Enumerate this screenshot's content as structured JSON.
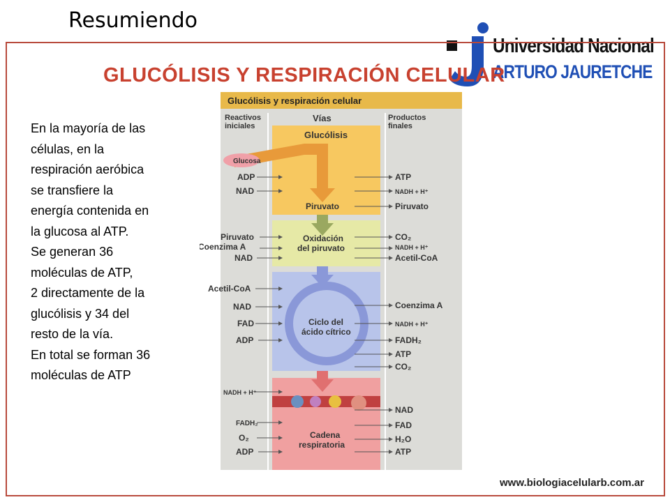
{
  "slide": {
    "title": "Resumiendo",
    "heading": "GLUCÓLISIS Y RESPIRACIÓN CELULAR",
    "url": "www.biologiacelularb.com.ar"
  },
  "logo": {
    "line1": "Universidad Nacional",
    "line2": "ARTURO JAURETCHE"
  },
  "body_text": [
    "En la mayoría de las",
    "células, en la",
    "respiración aeróbica",
    "se transfiere la",
    "energía contenida en",
    "la glucosa al ATP.",
    "Se generan 36",
    "moléculas de ATP,",
    "2 directamente de la",
    "glucólisis y 34 del",
    "resto de la vía.",
    "En total se forman 36",
    "moléculas de ATP"
  ],
  "diagram": {
    "header": "Glucólisis y respiración celular",
    "col_reactivos": "Reactivos iniciales",
    "col_reactivos_l1": "Reactivos",
    "col_reactivos_l2": "iniciales",
    "col_vias": "Vías",
    "col_productos_l1": "Productos",
    "col_productos_l2": "finales",
    "glucolisis": {
      "label": "Glucólisis",
      "inputs": [
        "Glucosa",
        "ADP",
        "NAD"
      ],
      "intermediate": "Piruvato",
      "outputs": [
        "ATP",
        "NADH + H⁺",
        "Piruvato"
      ]
    },
    "oxidacion": {
      "label_l1": "Oxidación",
      "label_l2": "del piruvato",
      "inputs": [
        "Piruvato",
        "Coenzima A",
        "NAD"
      ],
      "outputs": [
        "CO₂",
        "NADH + H⁺",
        "Acetil-CoA"
      ]
    },
    "ciclo": {
      "label_l1": "Ciclo del",
      "label_l2": "ácido cítrico",
      "inputs": [
        "Acetil-CoA",
        "NAD",
        "FAD",
        "ADP"
      ],
      "outputs": [
        "Coenzima A",
        "NADH + H⁺",
        "FADH₂",
        "ATP",
        "CO₂"
      ]
    },
    "cadena": {
      "label_l1": "Cadena",
      "label_l2": "respiratoria",
      "inputs": [
        "NADH + H⁺",
        "FADH₂",
        "O₂",
        "ADP"
      ],
      "outputs": [
        "NAD",
        "FAD",
        "H₂O",
        "ATP"
      ]
    }
  },
  "colors": {
    "frame": "#b84a3c",
    "heading": "#c8412f",
    "glucolisis_bg": "#f7c860",
    "oxidacion_bg": "#e6e9a6",
    "ciclo_bg": "#b8c4ea",
    "cadena_bg": "#f0a0a0"
  }
}
